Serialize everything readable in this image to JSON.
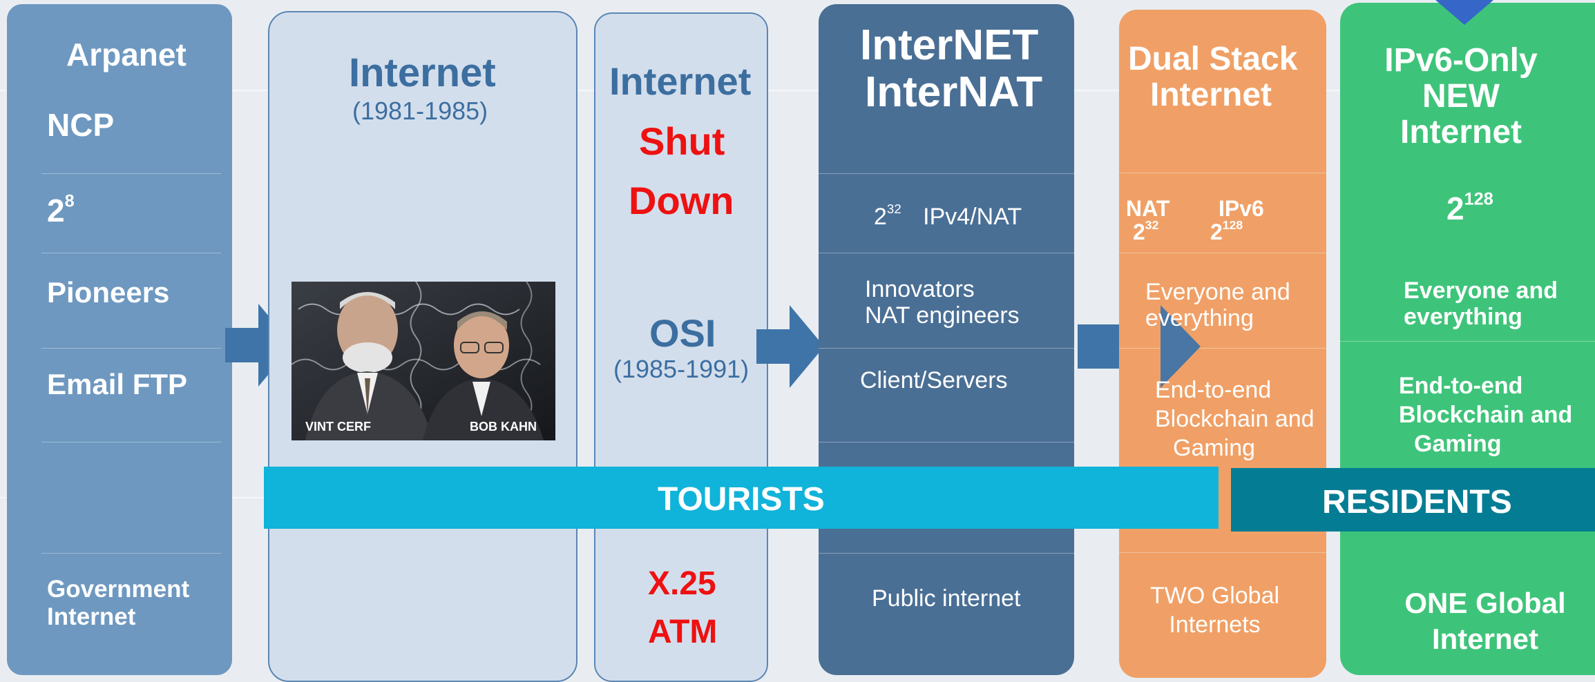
{
  "colors": {
    "arpanet": "#6e98c0",
    "internet_light": "#d3deec",
    "internat": "#4a6f95",
    "dual_stack": "#f0a066",
    "ipv6_only": "#3ec47a",
    "tourists": "#10b3d9",
    "residents": "#047d94",
    "red_text": "#ee1111",
    "blue_title": "#3c6ea0"
  },
  "arpanet": {
    "title": "Arpanet",
    "protocol": "NCP",
    "addr_base": "2",
    "addr_exp": "8",
    "users": "Pioneers",
    "apps": "Email FTP",
    "scope_line1": "Government",
    "scope_line2": "Internet"
  },
  "internet_early": {
    "title": "Internet",
    "years": "(1981-1985)",
    "photo_label_left": "VINT CERF",
    "photo_label_right": "BOB KAHN"
  },
  "internet_osi": {
    "title": "Internet",
    "shut": "Shut",
    "down": "Down",
    "osi": "OSI",
    "osi_years": "(1985-1991)",
    "x25": "X.25",
    "atm": "ATM"
  },
  "internat": {
    "title_line1": "InterNET",
    "title_line2": "InterNAT",
    "addr_base": "2",
    "addr_exp": "32",
    "addr_label": "IPv4/NAT",
    "users_line1": "Innovators",
    "users_line2": "NAT engineers",
    "apps": "Client/Servers",
    "scope": "Public internet"
  },
  "dual_stack": {
    "title_line1": "Dual Stack",
    "title_line2": "Internet",
    "nat_label": "NAT",
    "nat_base": "2",
    "nat_exp": "32",
    "ipv6_label": "IPv6",
    "ipv6_base": "2",
    "ipv6_exp": "128",
    "users_line1": "Everyone and",
    "users_line2": "everything",
    "apps_line1": "End-to-end",
    "apps_line2": "Blockchain and",
    "apps_line3": "Gaming",
    "scope_line1": "TWO Global",
    "scope_line2": "Internets"
  },
  "ipv6_only": {
    "title_line1": "IPv6-Only",
    "title_line2": "NEW",
    "title_line3": "Internet",
    "addr_base": "2",
    "addr_exp": "128",
    "users_line1": "Everyone and",
    "users_line2": "everything",
    "apps_line1": "End-to-end",
    "apps_line2": "Blockchain and",
    "apps_line3": "Gaming",
    "scope_line1": "ONE Global",
    "scope_line2": "Internet"
  },
  "banners": {
    "tourists": "TOURISTS",
    "residents": "RESIDENTS"
  }
}
